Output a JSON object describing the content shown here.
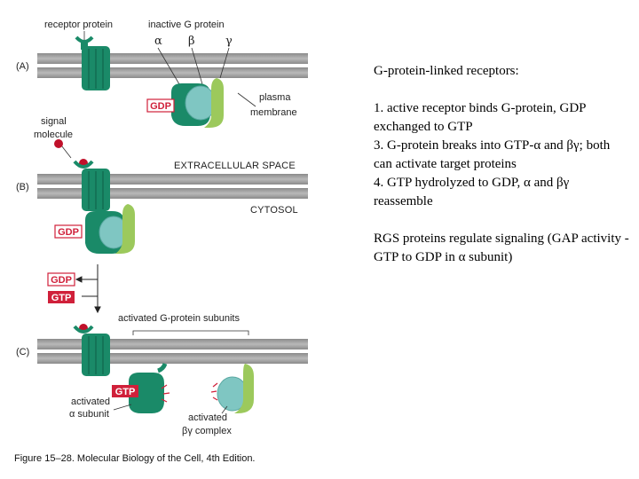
{
  "diagram": {
    "labels": {
      "receptor_protein": "receptor protein",
      "inactive_g_protein": "inactive G protein",
      "alpha": "α",
      "beta": "β",
      "gamma": "γ",
      "plasma": "plasma",
      "membrane": "membrane",
      "signal": "signal",
      "molecule": "molecule",
      "extracellular_space": "EXTRACELLULAR SPACE",
      "cytosol": "CYTOSOL",
      "activated_subunits": "activated G-protein subunits",
      "activated": "activated",
      "alpha_subunit": "α subunit",
      "activated2": "activated",
      "bg_complex": "βγ complex"
    },
    "panels": {
      "a": "(A)",
      "b": "(B)",
      "c": "(C)"
    },
    "badges": {
      "gdp": "GDP",
      "gtp": "GTP"
    },
    "caption": "Figure 15–28. Molecular Biology of the Cell, 4th Edition.",
    "colors": {
      "receptor": "#1a8a68",
      "alpha_subunit": "#1a8a68",
      "beta_subunit": "#7fc6c2",
      "gamma_subunit": "#9cc95c",
      "membrane": "#9a9a9a",
      "badge_red": "#d0203a",
      "signal_red": "#c0102a"
    }
  },
  "notes": {
    "title": "G-protein-linked receptors:",
    "step1": "1. active receptor binds G-protein, GDP exchanged to GTP",
    "step3": "3. G-protein breaks into GTP-α and βγ; both can activate target proteins",
    "step4": "4. GTP hydrolyzed to GDP, α and βγ reassemble",
    "rgs": "RGS proteins regulate signaling (GAP activity - GTP to GDP in α subunit)"
  }
}
